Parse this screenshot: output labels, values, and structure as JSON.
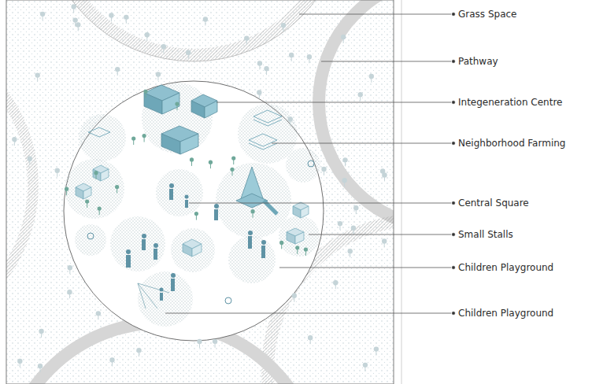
{
  "diagram": {
    "labels": [
      "Grass Space",
      "Pathway",
      "Integeneration Centre",
      "Neighborhood Farming",
      "Central Square",
      "Small Stalls",
      "Children Playground",
      "Children Playground"
    ]
  }
}
